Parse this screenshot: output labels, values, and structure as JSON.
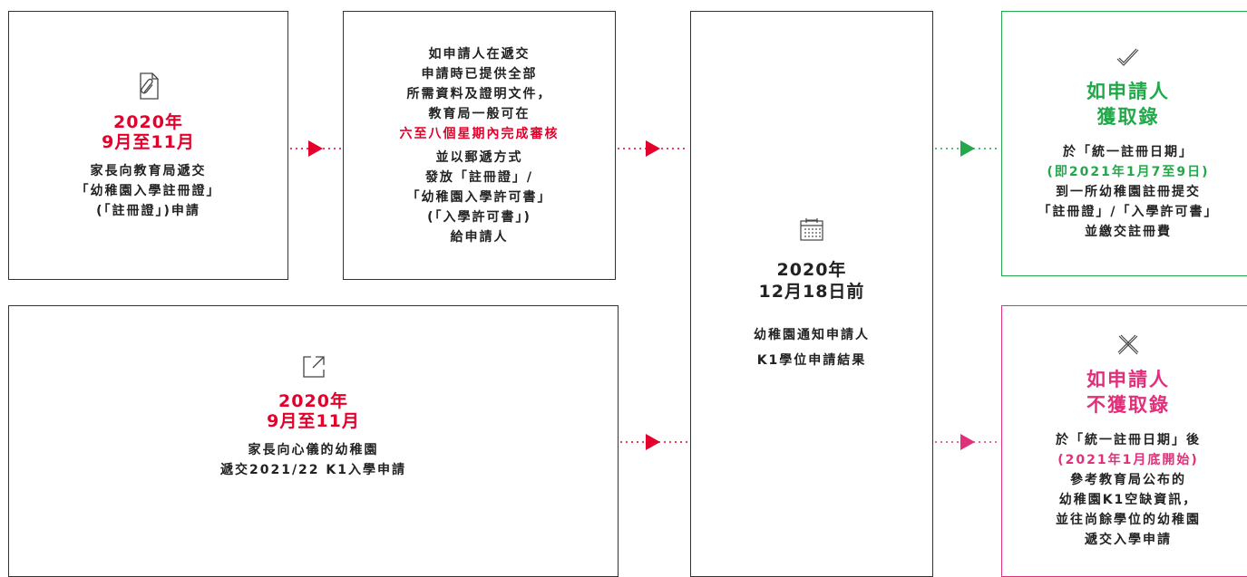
{
  "box1": {
    "date_year": "2020年",
    "date_range": "9月至11月",
    "lines": [
      "家長向教育局遞交",
      "「幼稚園入學註冊證」",
      "(「註冊證」)申請"
    ]
  },
  "box2": {
    "lines_a": [
      "如申請人在遞交",
      "申請時已提供全部",
      "所需資料及證明文件，",
      "教育局一般可在"
    ],
    "highlight": "六至八個星期內完成審核",
    "lines_b": [
      "並以郵遞方式",
      "發放「註冊證」/",
      "「幼稚園入學許可書」",
      "(「入學許可書」)",
      "給申請人"
    ]
  },
  "box3": {
    "date_year": "2020年",
    "date_range": "9月至11月",
    "lines": [
      "家長向心儀的幼稚園",
      "遞交2021/22 K1入學申請"
    ]
  },
  "box4": {
    "date_year": "2020年",
    "date_day": "12月18日前",
    "lines": [
      "幼稚園通知申請人",
      "K1學位申請結果"
    ]
  },
  "box5": {
    "heading": [
      "如申請人",
      "獲取錄"
    ],
    "line1": "於「統一註冊日期」",
    "highlight": "(即2021年1月7至9日)",
    "lines": [
      "到一所幼稚園註冊提交",
      "「註冊證」/「入學許可書」",
      "並繳交註冊費"
    ]
  },
  "box6": {
    "heading": [
      "如申請人",
      "不獲取錄"
    ],
    "line1": "於「統一註冊日期」後",
    "highlight": "(2021年1月底開始)",
    "lines": [
      "參考教育局公布的",
      "幼稚園K1空缺資訊，",
      "並往尚餘學位的幼稚園",
      "遞交入學申請"
    ]
  },
  "colors": {
    "red": "#e4002b",
    "green": "#22a84a",
    "pink": "#e0307a",
    "border": "#333333"
  },
  "icons": [
    "paperclip-document-icon",
    "external-link-icon",
    "calendar-icon",
    "checkmark-icon",
    "cross-icon"
  ]
}
